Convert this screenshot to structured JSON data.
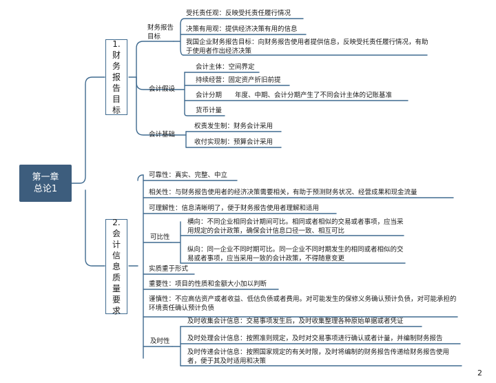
{
  "root": {
    "line1": "第一章",
    "line2": "总论1"
  },
  "sections": [
    {
      "label": "1. 财务报告目标"
    },
    {
      "label": "2. 会计信息质量要求"
    }
  ],
  "s1": {
    "g1": {
      "label": "财务报告目标",
      "items": [
        "受托责任观：反映受托责任履行情况",
        "决策有用观：提供经济决策有用的信息",
        "我国企业财务报告目标：向财务报告使用者提供信息，反映受托责任履行情况，有助于使用者作出经济决策"
      ]
    },
    "g2": {
      "label": "会计假设",
      "items": [
        "会计主体：空间界定",
        "持续经营：固定资产折旧前提",
        "会计分期　　年度、中期、会计分期产生了不同会计主体的记账基准",
        "货币计量"
      ]
    },
    "g3": {
      "label": "会计基础",
      "items": [
        "权责发生制：财务会计采用",
        "收付实现制：预算会计采用"
      ]
    }
  },
  "s2": {
    "items": [
      "可靠性：真实、完整、中立",
      "相关性：与财务报告使用者的经济决策需要相关，有助于预测财务状况、经营成果和现金流量",
      "可理解性：信息清晰明了，便于财务报告使用者理解和适用"
    ],
    "comparable": {
      "label": "可比性",
      "items": [
        "横向：不同企业相同会计期间可比。相同或者相似的交易或者事项，应当采用规定的会计政策，确保会计信息口径一致、相互可比",
        "纵向：同一企业不同时期可比。同一企业不同时期发生的相同或者相似的交易或者事项，应当采用一致的会计政策，不得随意变更"
      ]
    },
    "items2": [
      "实质重于形式",
      "重要性：项目的性质和金额大小加以判断",
      "谨慎性：不应高估资产或者收益、低估负债或者费用。对可能发生的保修义务确认预计负债，对可能承担的环境责任确认预计负债"
    ],
    "timely": {
      "label": "及时性",
      "items": [
        "及时收集会计信息：交易事项发生后，及时收集整理各种原始单据或者凭证",
        "及时处理会计信息：按照准则规定，及时对交易事项进行确认或者计量，并编制财务报告",
        "及时传递会计信息：按照国家规定的有关时限，及时将编制的财务报告传递给财务报告使用者，便于其及时适用和决策"
      ]
    }
  },
  "page_number": "2"
}
